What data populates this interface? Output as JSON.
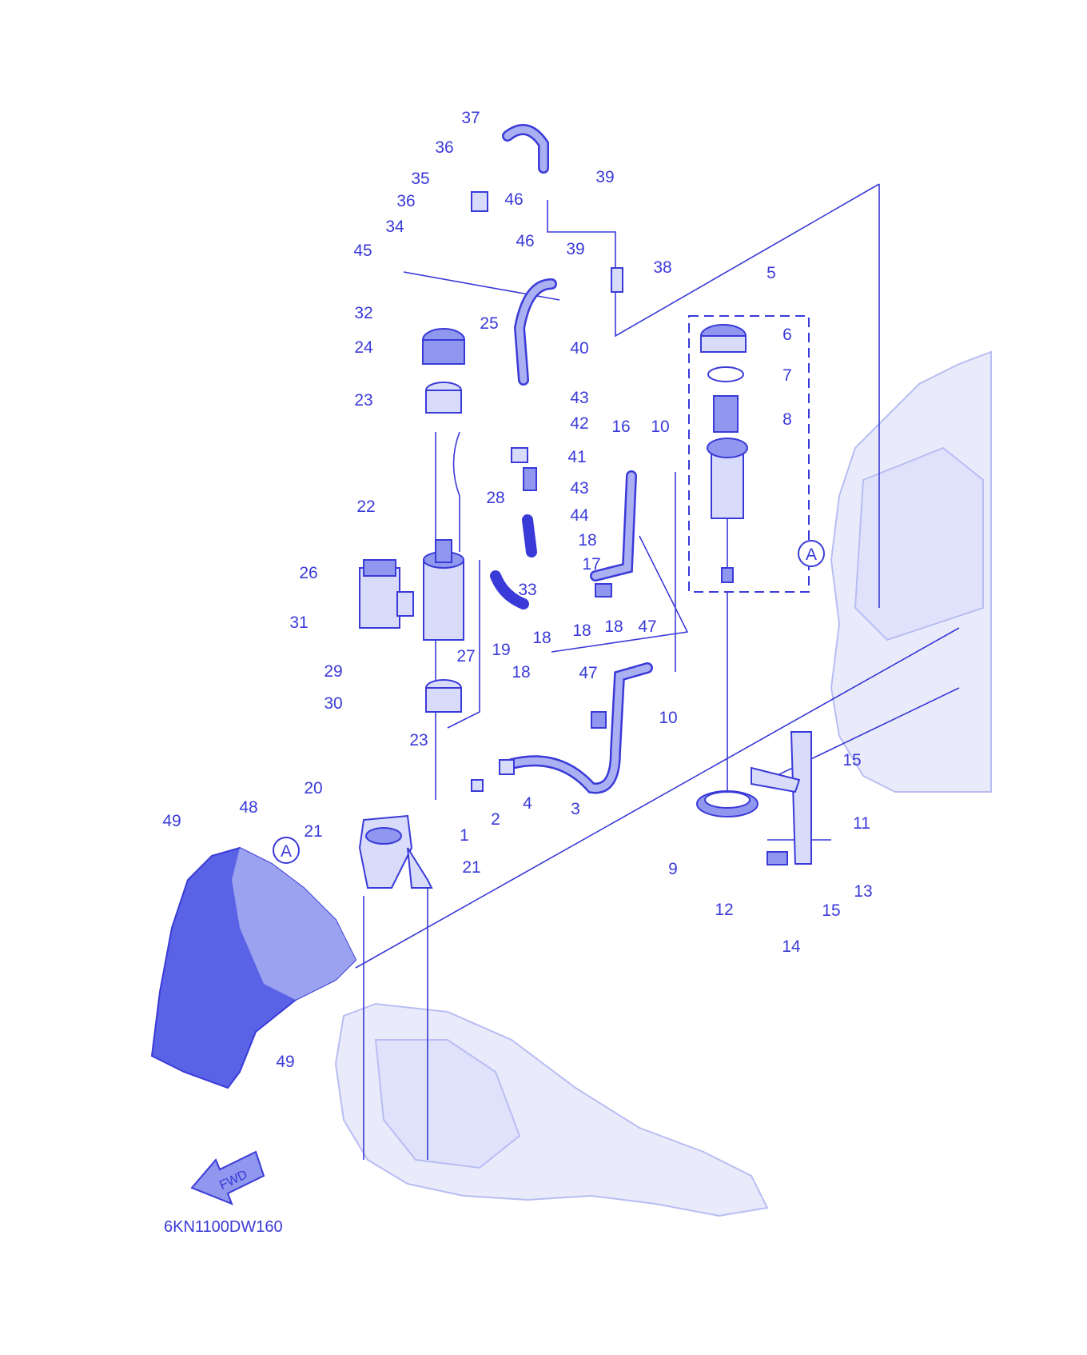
{
  "diagram": {
    "drawing_code": "6KN1100DW160",
    "fwd_label": "FWD",
    "ref_mark": "A",
    "callouts": [
      "1",
      "2",
      "3",
      "4",
      "5",
      "6",
      "7",
      "8",
      "9",
      "10",
      "10",
      "11",
      "12",
      "13",
      "14",
      "15",
      "15",
      "16",
      "17",
      "18",
      "18",
      "18",
      "18",
      "18",
      "19",
      "20",
      "21",
      "21",
      "22",
      "23",
      "23",
      "24",
      "25",
      "26",
      "27",
      "28",
      "29",
      "30",
      "31",
      "32",
      "33",
      "34",
      "35",
      "36",
      "36",
      "37",
      "38",
      "39",
      "39",
      "40",
      "41",
      "42",
      "43",
      "43",
      "44",
      "45",
      "46",
      "46",
      "47",
      "47",
      "48",
      "49",
      "49"
    ]
  },
  "colors": {
    "line": "#3a3ad8",
    "fill_light": "#d8dcfa",
    "fill_dark": "#8f97ee",
    "ghost": "#e9ebfb"
  }
}
